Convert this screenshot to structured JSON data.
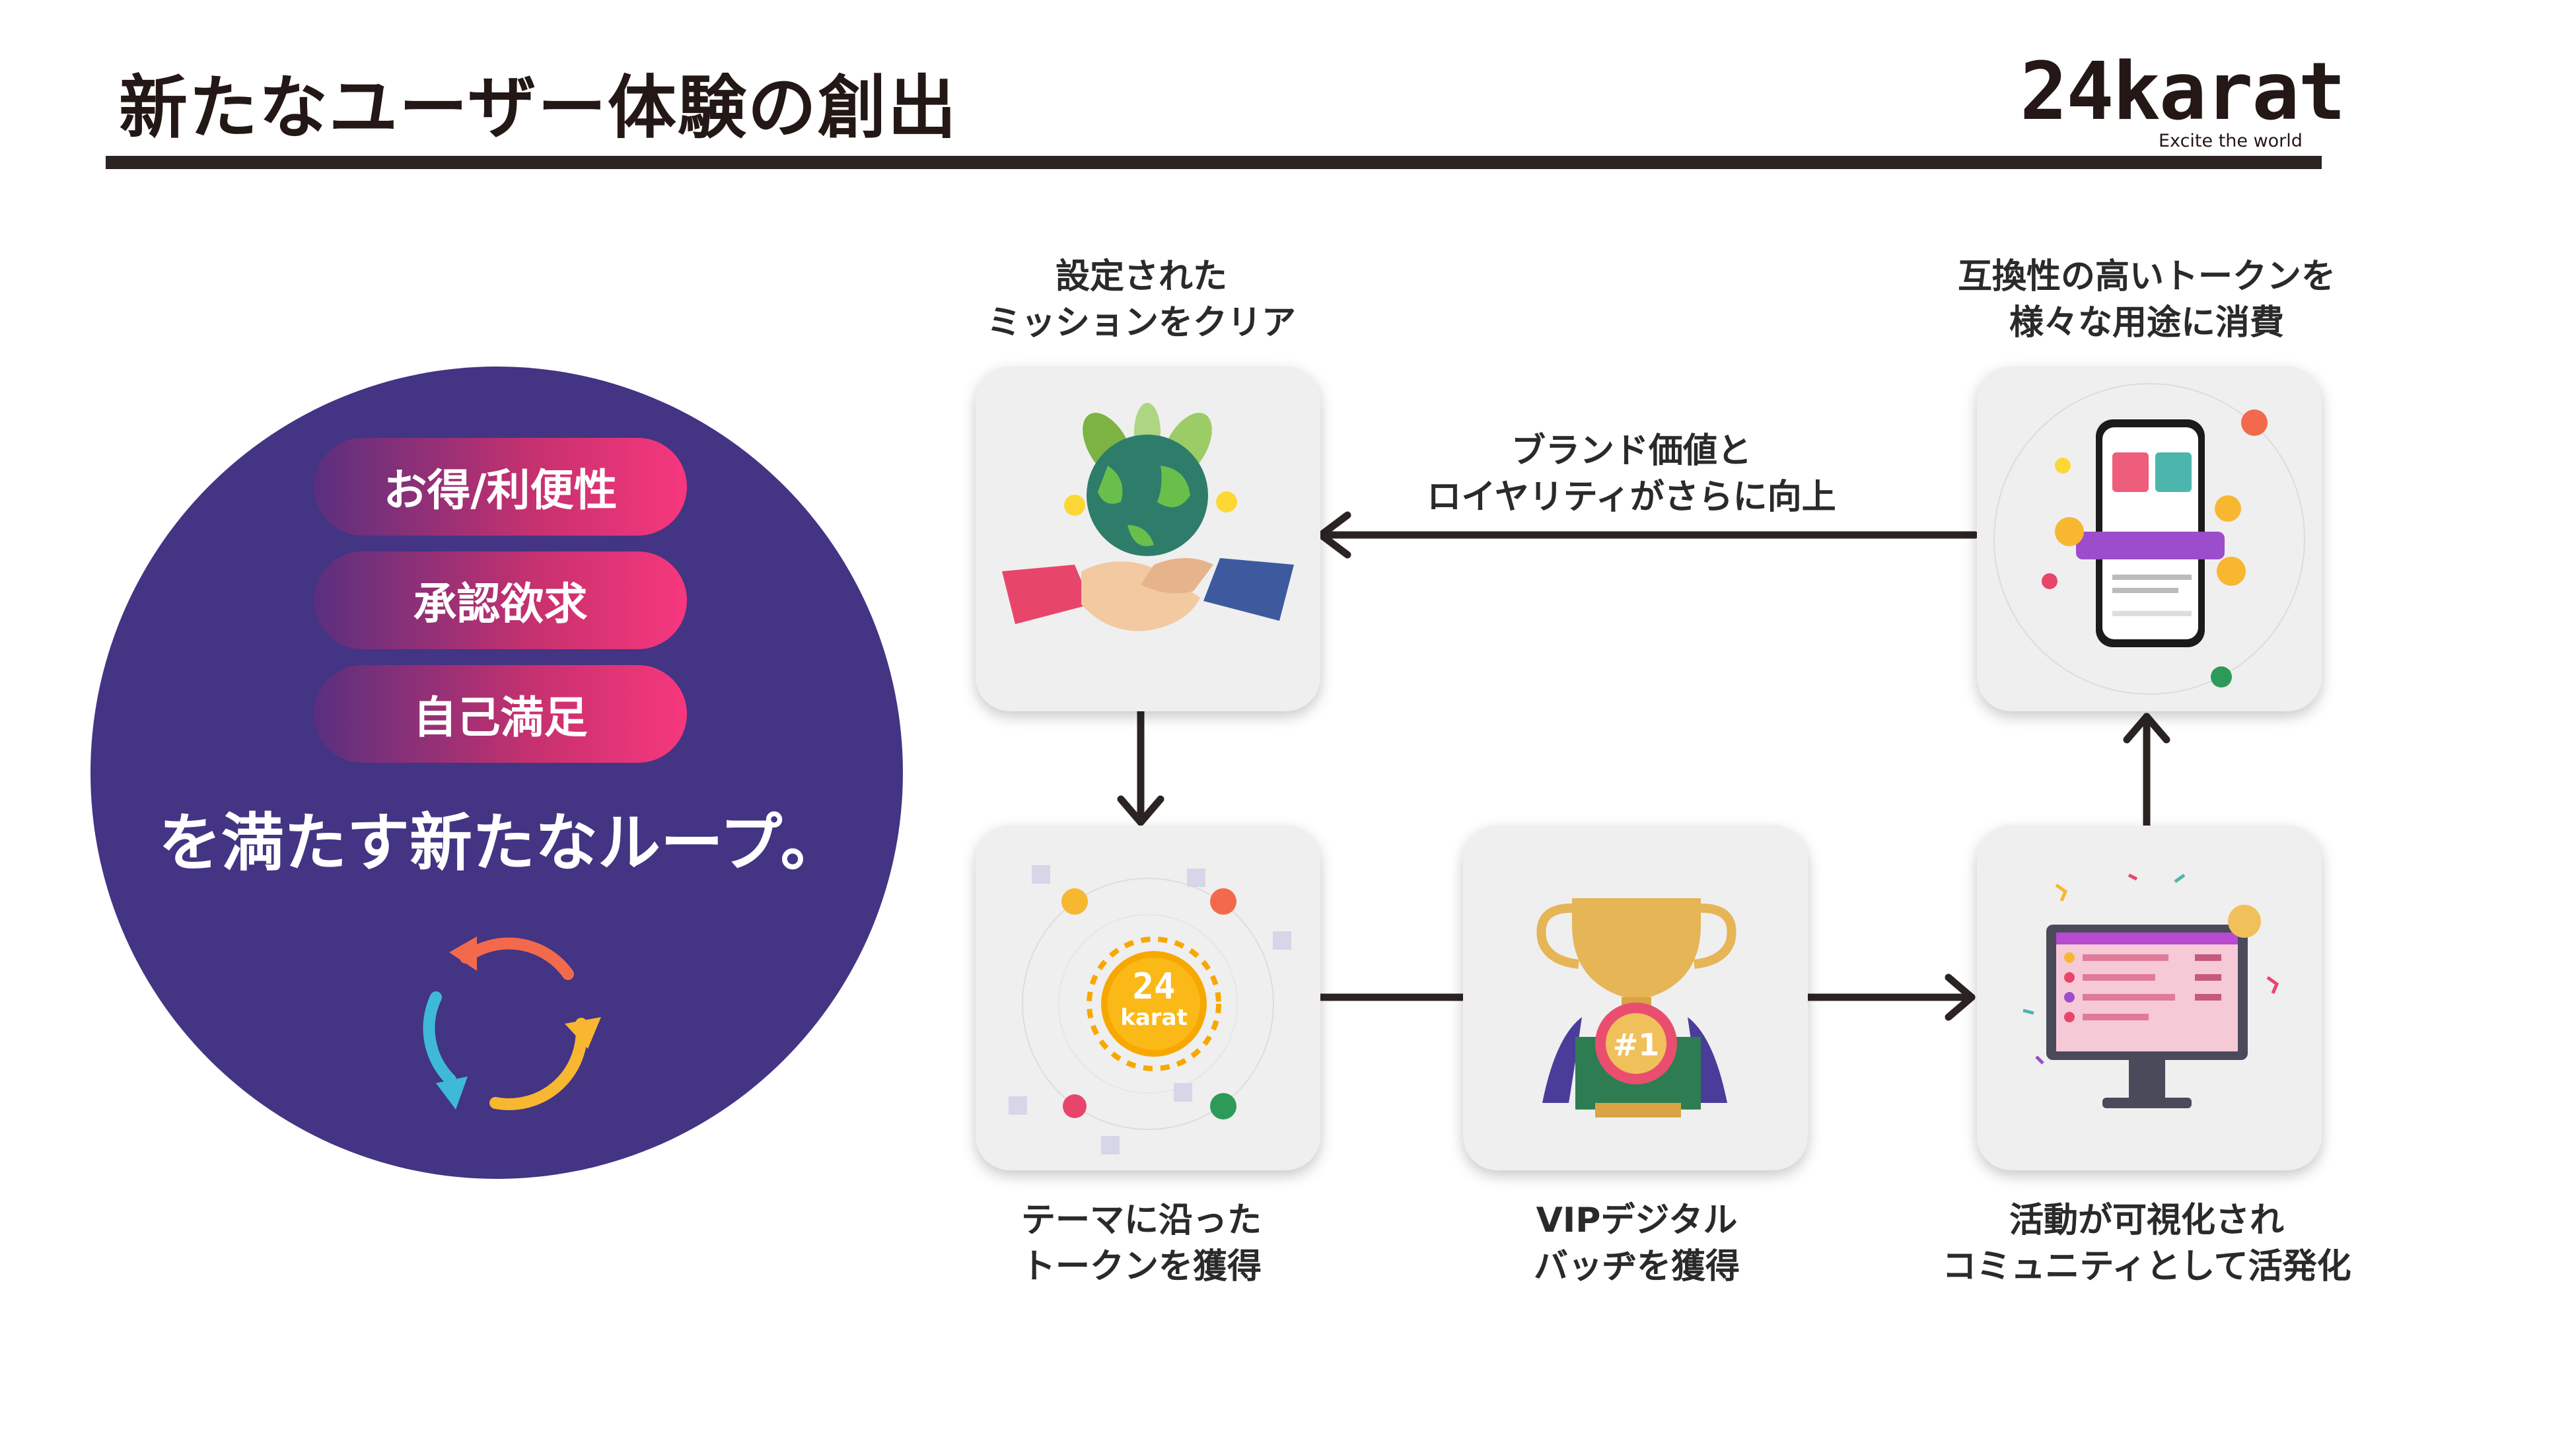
{
  "header": {
    "title": "新たなユーザー体験の創出",
    "logo_text": "24karat",
    "logo_tagline": "Excite the world"
  },
  "left_panel": {
    "pills": [
      "お得/利便性",
      "承認欲求",
      "自己満足"
    ],
    "loop_text": "を満たす新たなループ。"
  },
  "steps": {
    "mission": [
      "設定された",
      "ミッションをクリア"
    ],
    "token": [
      "テーマに沿った",
      "トークンを獲得"
    ],
    "vip": [
      "VIPデジタル",
      "バッヂを獲得"
    ],
    "activity": [
      "活動が可視化され",
      "コミュニティとして活発化"
    ],
    "consume": [
      "互換性の高いトークンを",
      "様々な用途に消費"
    ]
  },
  "brand_arrow": [
    "ブランド価値と",
    "ロイヤリティがさらに向上"
  ],
  "icons": {
    "mission": "handshake-globe-icon",
    "token": "karat-coin-icon",
    "vip": "trophy-badge-icon",
    "activity": "monitor-chart-icon",
    "consume": "smartphone-app-icon",
    "cycle": "refresh-cycle-icon"
  },
  "badge_text": "#1",
  "coin_text": [
    "24",
    "karat"
  ],
  "colors": {
    "circle": "#433484",
    "pill_start": "#5a2f7e",
    "pill_end": "#f7377d",
    "card": "#efefef",
    "arrow": "#2b2422"
  }
}
